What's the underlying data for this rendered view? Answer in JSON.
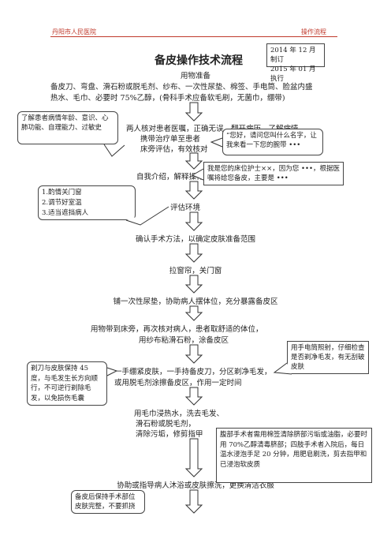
{
  "header": {
    "left": "丹阳市人民医院",
    "right": "操作流程"
  },
  "date_box": {
    "line1": "2014 年 12 月制订",
    "line2": "2015 年 01 月执行"
  },
  "title": "备皮操作技术流程",
  "steps": {
    "prep_title": "用物准备",
    "prep_line1": "备皮刀、弯盘、滑石粉或脱毛剂、纱布、一次性尿垫、棉签、手电筒、脸盆内盛",
    "prep_line2": "热水、毛巾、必要时 75%乙醇，(骨科手术应备软毛刷，无菌巾，绷带)",
    "check_line1": "两人核对患者医嘱，正确无误，翻开病历，了解病情",
    "check_line2": "携带治疗单至患者",
    "check_line3": "床旁评估，有效核对",
    "introduce": "自我介绍，解释操作",
    "assess_env": "评估环境",
    "confirm_area": "确认手术方法，以确定皮肤准备范围",
    "curtain": "拉窗帘，关门窗",
    "position": "铺一次性尿垫，协助病人摆体位，充分暴露备皮区",
    "bedside_line1": "用物带到床旁，再次核对病人，患者取舒适的体位，",
    "bedside_line2": "用纱布粘滑石粉，涂备皮区",
    "shave_line1": "一手绷紧皮肤，一手持备皮刀，分区剃净毛发，",
    "shave_line2": "或用脱毛剂涂擦备皮区，作用一定时间",
    "wash_line1": "用毛巾浸热水，洗去毛发、",
    "wash_line2": "滑石粉或脱毛剂，",
    "wash_line3": "清除污垢，修剪指甲",
    "bath": "协助或指导病人沐浴或皮肤擦洗，更换清洁衣服"
  },
  "notes": {
    "assess_patient": "了解患者病情年龄、意识、心肺功能、自理能力、过敏史",
    "ask_name": "“您好，请问您叫什么名字，让我来看一下您的腕带 •••",
    "nurse_intro": "我是您的床位护士××，因为您 •••，根据医嘱将给您备皮，主要是 •••",
    "env_1": "1.酌情关门窗",
    "env_2": "2.调节好室温",
    "env_3": "3.适当遮挡病人",
    "flashlight": "用手电筒照射，仔细检查是否剃净毛发，有无刮破皮肤",
    "razor_angle": "剃刀与皮肤保持 45 度，与毛发生长方向顺行，不可逆行剃除毛发，以免损伤毛囊",
    "abdominal": "腹部手术者需用棉签清除脐部污垢或油脂，必要时用 70%乙醇清毒脐部；四肢手术者入院后，每日温水浸泡手足 20 分钟，用肥皂刷洗，剪去指甲和已浸泡软皮质",
    "after": "备皮后保持手术部位皮肤完整，不要抓挠"
  }
}
